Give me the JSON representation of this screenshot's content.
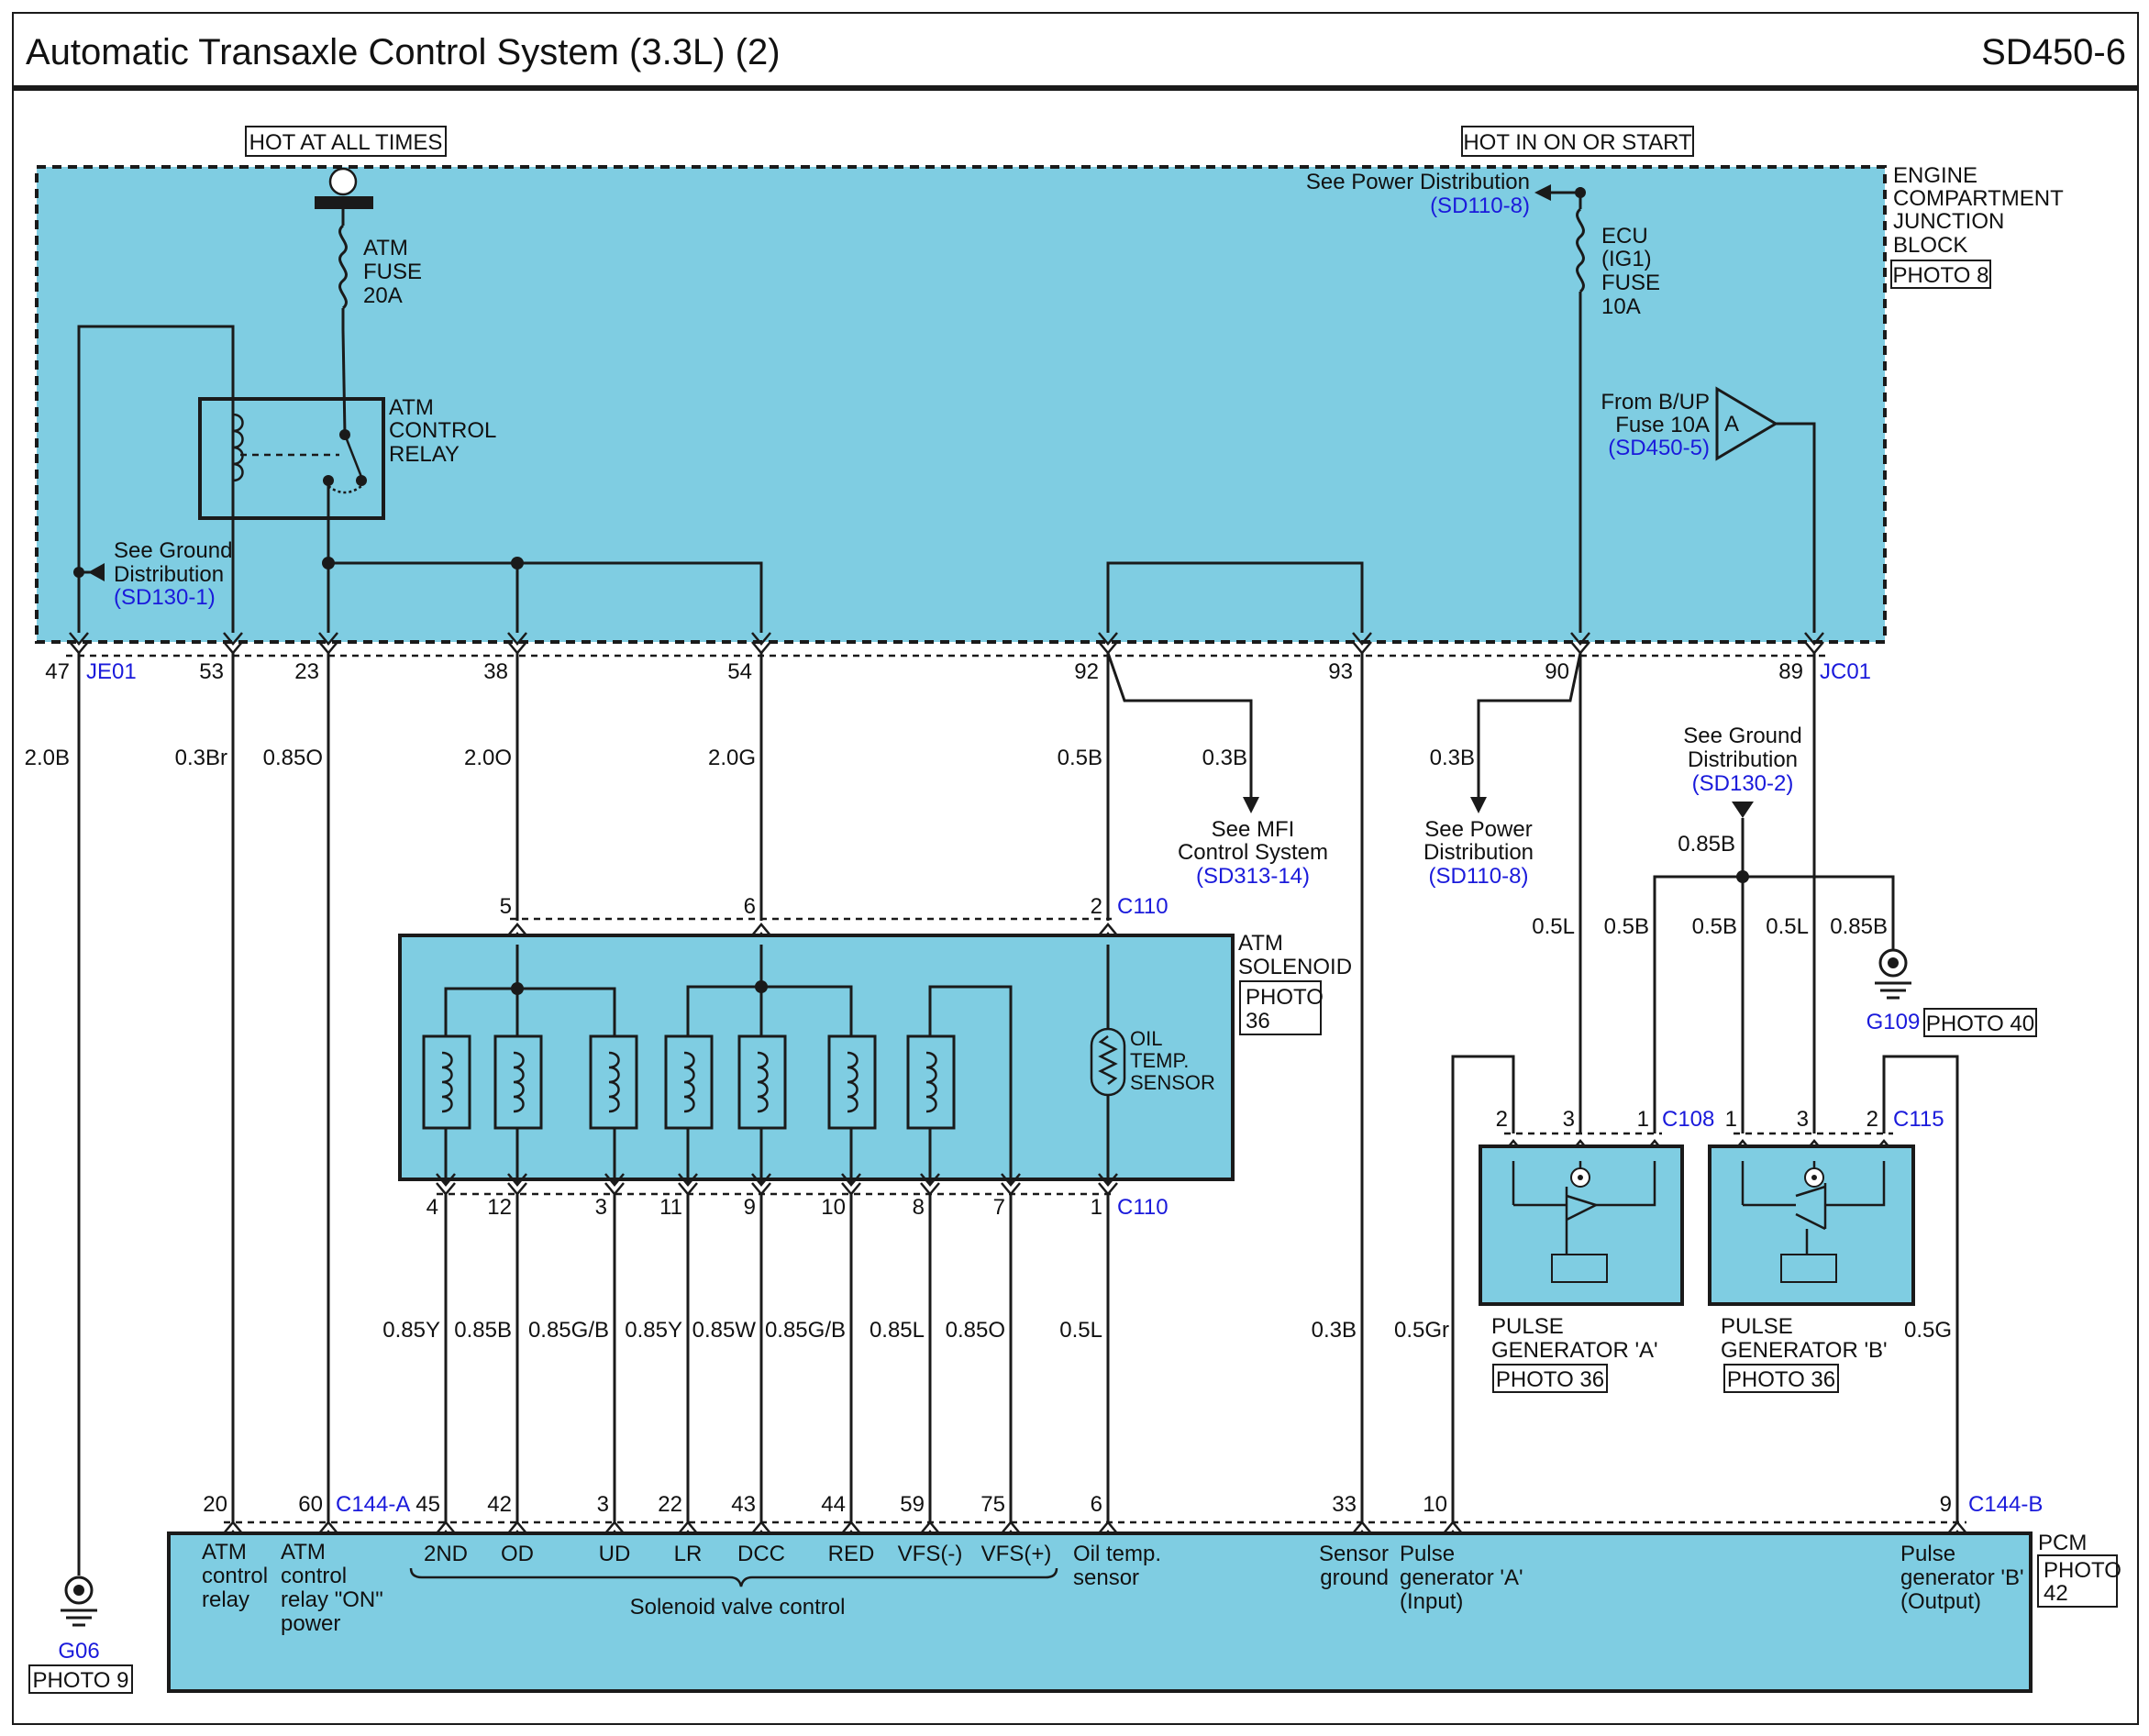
{
  "header": {
    "title": "Automatic Transaxle Control System (3.3L) (2)",
    "page_code": "SD450-6"
  },
  "colors": {
    "block_fill": "#7fcde2",
    "wire": "#1a1a1a",
    "link_text": "#1a1adb"
  },
  "power": {
    "hot_always": "HOT AT ALL TIMES",
    "hot_on_start": "HOT IN ON OR START"
  },
  "junction_block": {
    "name_lines": [
      "ENGINE",
      "COMPARTMENT",
      "JUNCTION",
      "BLOCK"
    ],
    "photo": "PHOTO 8",
    "atm_fuse": [
      "ATM",
      "FUSE",
      "20A"
    ],
    "ecu_fuse": [
      "ECU",
      "(IG1)",
      "FUSE",
      "10A"
    ],
    "relay": [
      "ATM",
      "CONTROL",
      "RELAY"
    ],
    "see_power_top": "See Power Distribution",
    "see_power_top_ref": "(SD110-8)",
    "from_bup": [
      "From B/UP",
      "Fuse 10A"
    ],
    "from_bup_ref": "(SD450-5)",
    "connector_a": "A",
    "see_ground": [
      "See Ground",
      "Distribution"
    ],
    "see_ground_ref": "(SD130-1)"
  },
  "je01_pins": {
    "p47": "47",
    "id_left": "JE01",
    "p53": "53",
    "p23": "23",
    "p38": "38",
    "p54": "54",
    "p92": "92",
    "p93": "93",
    "p90": "90",
    "p89": "89",
    "id_right": "JC01"
  },
  "upper_wires": {
    "w47": "2.0B",
    "w53": "0.3Br",
    "w23": "0.85O",
    "w38": "2.0O",
    "w54": "2.0G",
    "w92": "0.5B",
    "w_mfi": "0.3B",
    "w_pwr": "0.3B"
  },
  "mfi_ref": {
    "lines": [
      "See MFI",
      "Control System"
    ],
    "ref": "(SD313-14)"
  },
  "power_ref": {
    "lines": [
      "See Power",
      "Distribution"
    ],
    "ref": "(SD110-8)"
  },
  "ground_ref2": {
    "lines": [
      "See Ground",
      "Distribution"
    ],
    "ref": "(SD130-2)",
    "wire": "0.85B"
  },
  "solenoid_top": {
    "p5": "5",
    "p6": "6",
    "p2": "2",
    "id": "C110"
  },
  "solenoid": {
    "name": [
      "ATM",
      "SOLENOID"
    ],
    "photo": [
      "PHOTO",
      "36"
    ],
    "sensor": [
      "OIL",
      "TEMP.",
      "SENSOR"
    ]
  },
  "solenoid_bottom": {
    "p4": "4",
    "p12": "12",
    "p3": "3",
    "p11": "11",
    "p9": "9",
    "p10": "10",
    "p8": "8",
    "p7": "7",
    "p1": "1",
    "id": "C110"
  },
  "lower_wires": {
    "w4": "0.85Y",
    "w12": "0.85B",
    "w3": "0.85G/B",
    "w11": "0.85Y",
    "w9": "0.85W",
    "w10": "0.85G/B",
    "w8": "0.85L",
    "w7": "0.85O",
    "w1": "0.5L",
    "w93": "0.3B",
    "w_pga_in": "0.5Gr",
    "w_pgb_out": "0.5G"
  },
  "pg_wires": {
    "a3": "0.5L",
    "a1": "0.5B",
    "b1": "0.5B",
    "b3": "0.5L",
    "gnd": "0.85B"
  },
  "ground_g109": {
    "id": "G109",
    "photo": "PHOTO 40"
  },
  "pulse_a": {
    "pins": {
      "p2": "2",
      "p3": "3",
      "p1": "1"
    },
    "id": "C108",
    "name": [
      "PULSE",
      "GENERATOR 'A'"
    ],
    "photo": "PHOTO 36"
  },
  "pulse_b": {
    "pins": {
      "p1": "1",
      "p3": "3",
      "p2": "2"
    },
    "id": "C115",
    "name": [
      "PULSE",
      "GENERATOR 'B'"
    ],
    "photo": "PHOTO 36"
  },
  "pcm_pins": {
    "p20": "20",
    "p60": "60",
    "id_a": "C144-A",
    "p45": "45",
    "p42": "42",
    "p3": "3",
    "p22": "22",
    "p43": "43",
    "p44": "44",
    "p59": "59",
    "p75": "75",
    "p6": "6",
    "p33": "33",
    "p10": "10",
    "p9": "9",
    "id_b": "C144-B"
  },
  "pcm": {
    "name": "PCM",
    "photo": [
      "PHOTO",
      "42"
    ],
    "atm_relay": [
      "ATM",
      "control",
      "relay"
    ],
    "atm_relay_on": [
      "ATM",
      "control",
      "relay \"ON\"",
      "power"
    ],
    "sol_labels": [
      "2ND",
      "OD",
      "UD",
      "LR",
      "DCC",
      "RED",
      "VFS(-)",
      "VFS(+)"
    ],
    "oil_sensor": [
      "Oil temp.",
      "sensor"
    ],
    "sol_group": "Solenoid valve control",
    "sensor_ground": [
      "Sensor",
      "ground"
    ],
    "pg_a": [
      "Pulse",
      "generator 'A'",
      "(Input)"
    ],
    "pg_b": [
      "Pulse",
      "generator 'B'",
      "(Output)"
    ]
  },
  "ground_g06": {
    "id": "G06",
    "photo": "PHOTO 9"
  }
}
